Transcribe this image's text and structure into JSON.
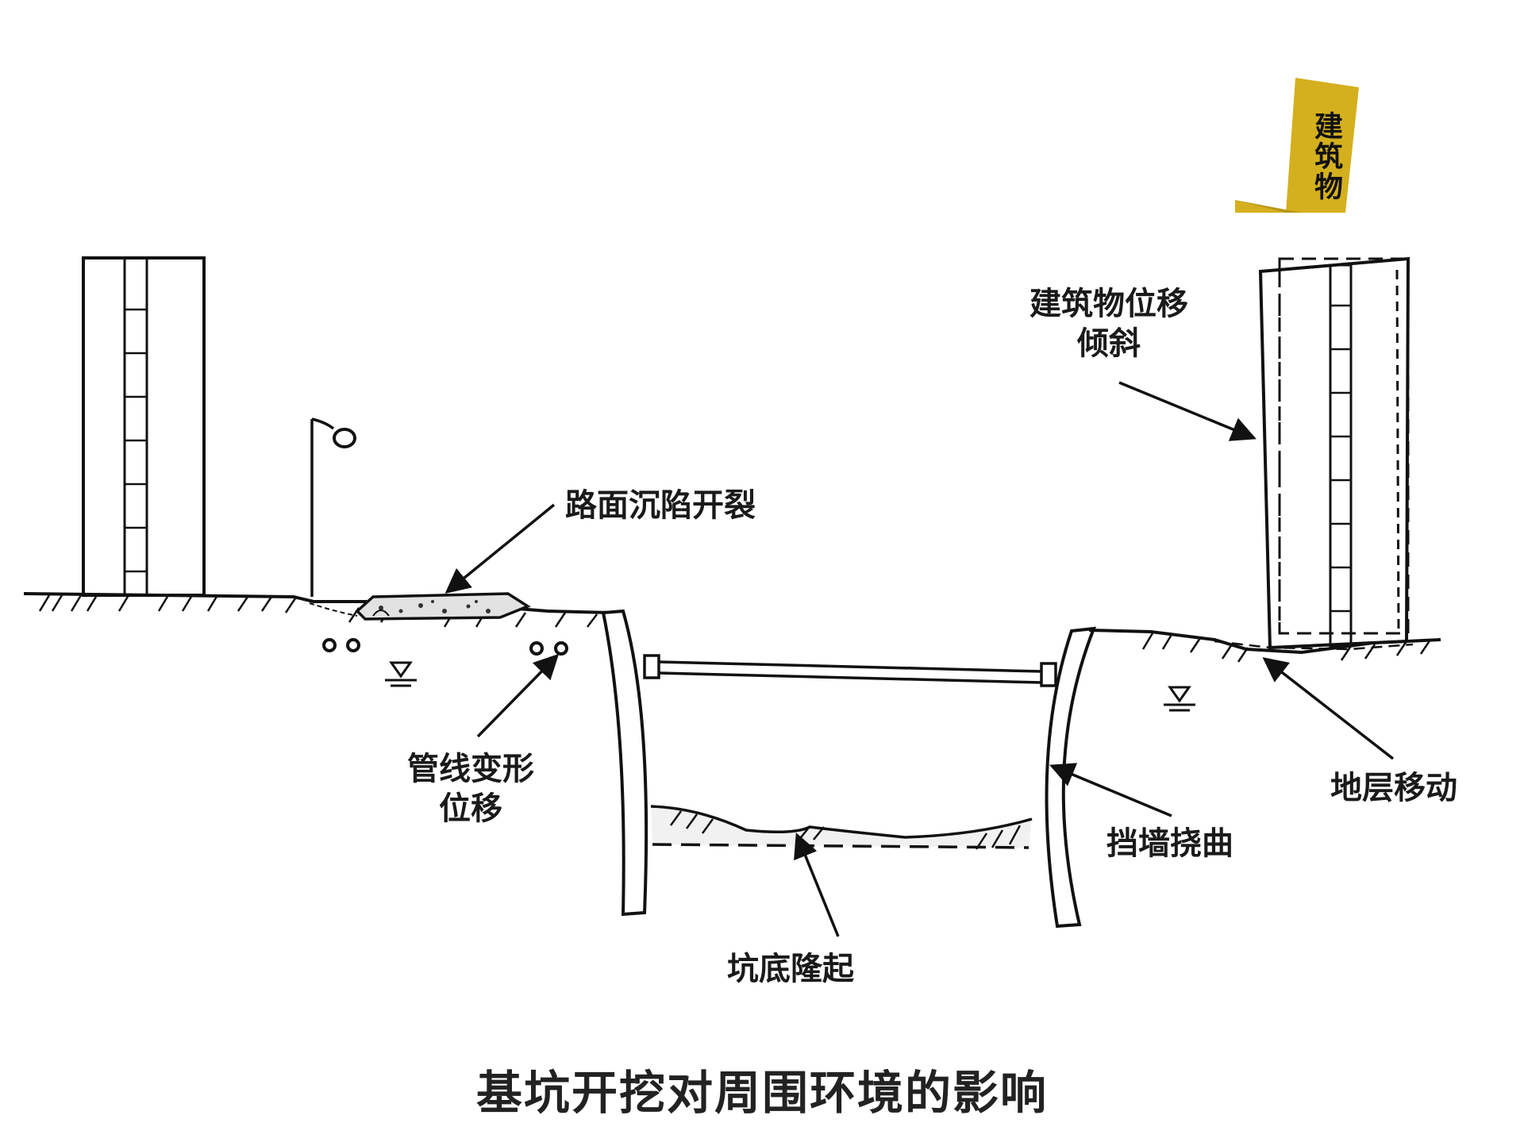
{
  "tag": {
    "text": "建筑物",
    "color": "#d4b01e"
  },
  "labels": {
    "road": "路面沉陷开裂",
    "building_move": [
      "建筑物位移",
      "倾斜"
    ],
    "pipeline": [
      "管线变形",
      "位移"
    ],
    "ground": "地层移动",
    "wall": "挡墙挠曲",
    "bottom": "坑底隆起"
  },
  "caption": "基坑开挖对周围环境的影响"
}
